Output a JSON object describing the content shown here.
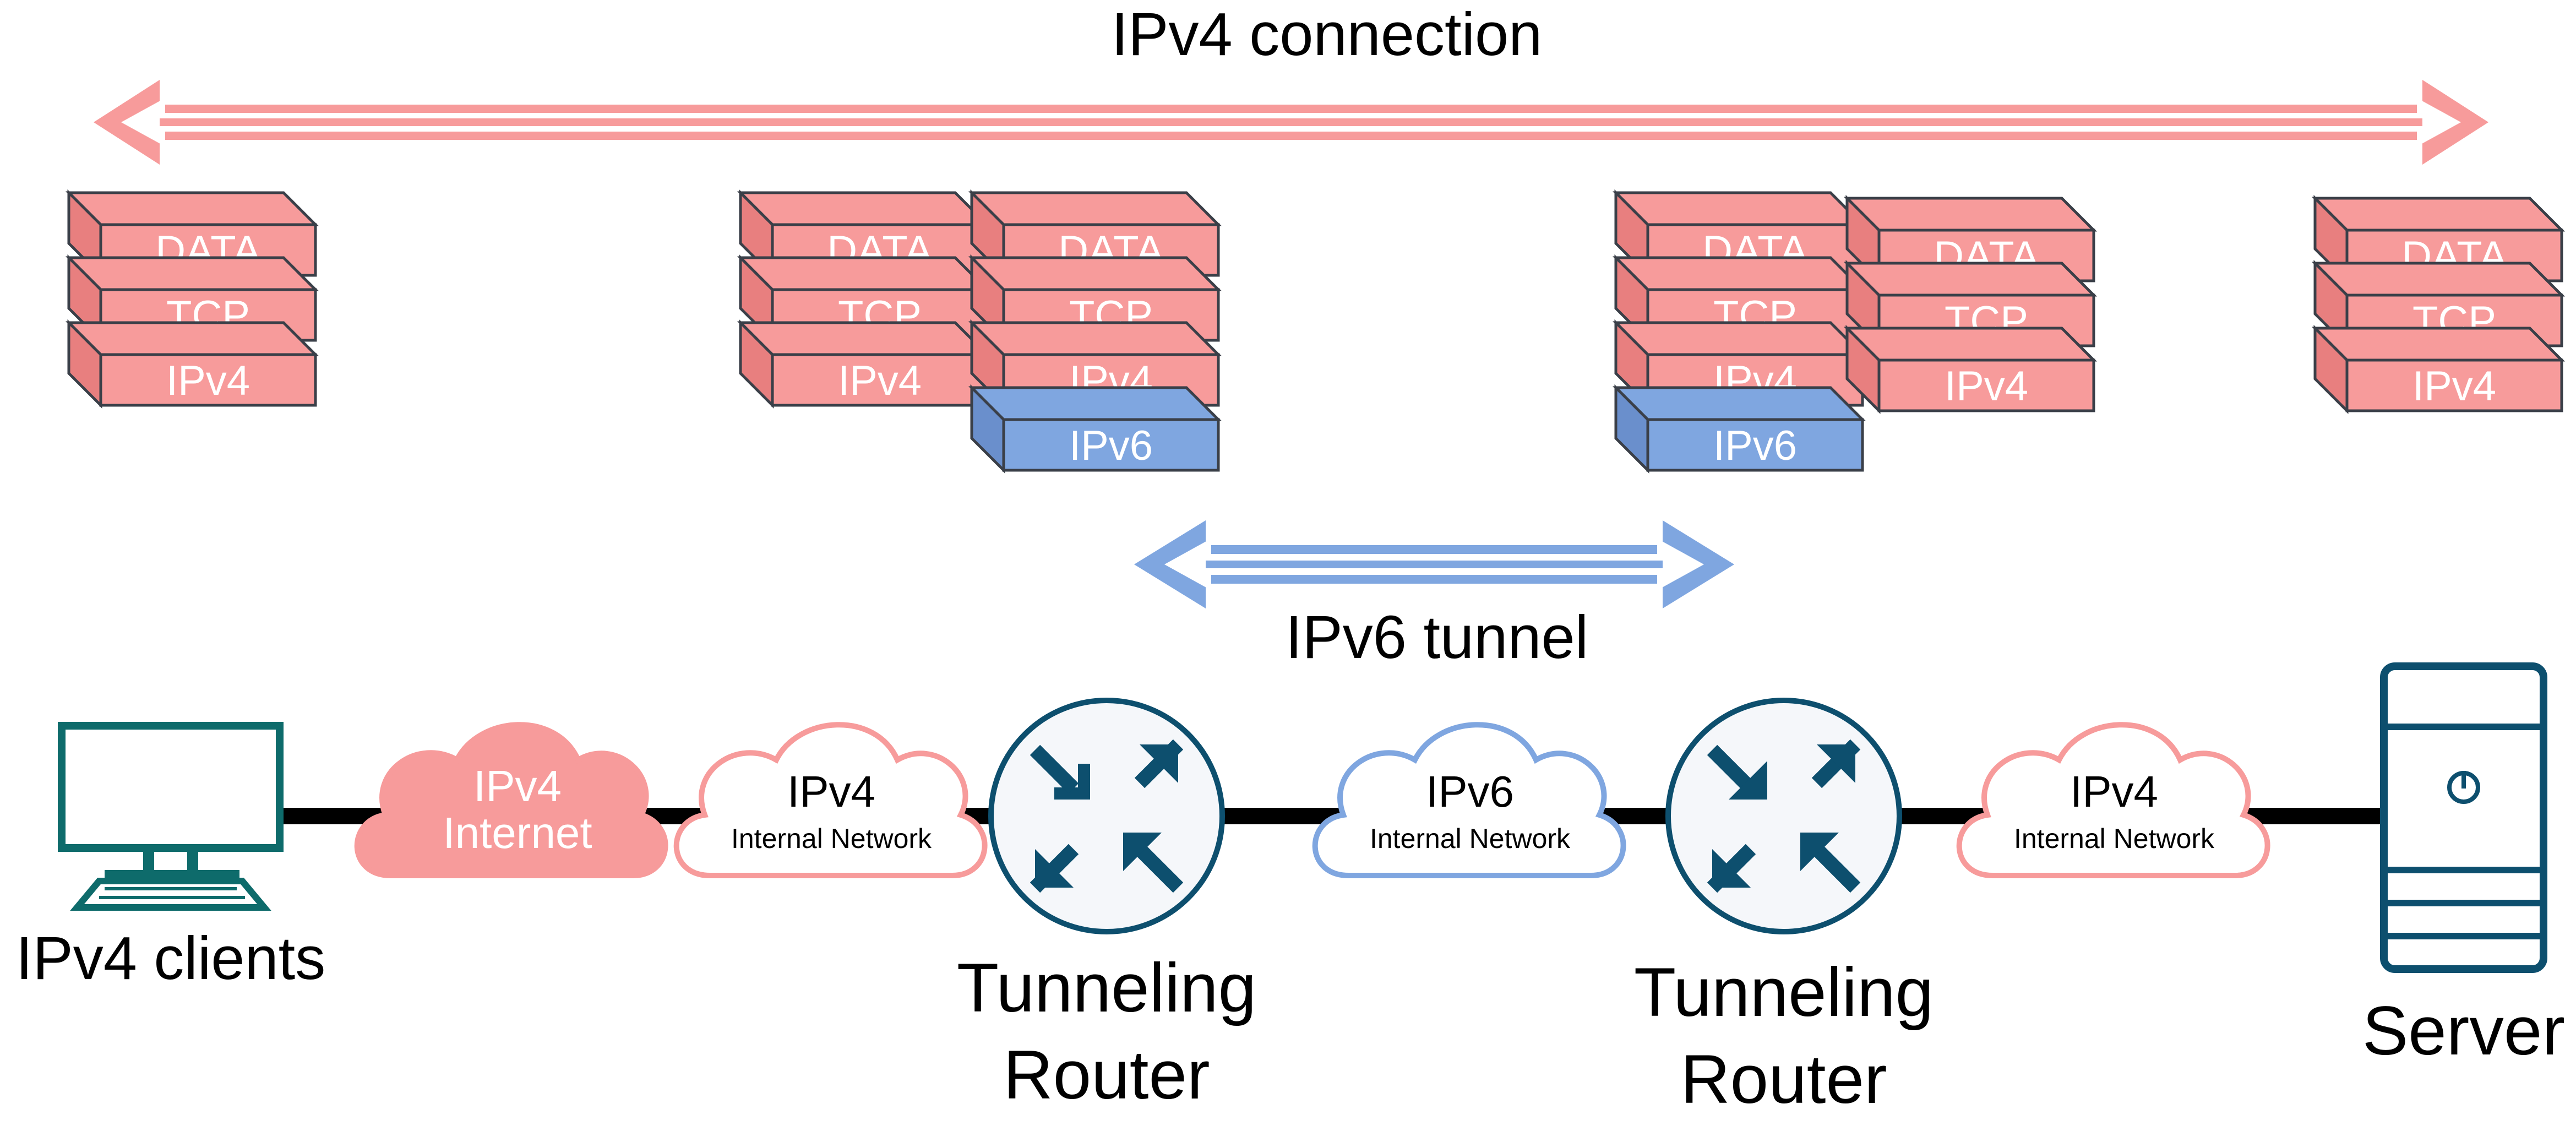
{
  "labels": {
    "ipv4_connection": "IPv4 connection",
    "ipv6_tunnel": "IPv6 tunnel",
    "clients": "IPv4 clients",
    "router1_line1": "Tunneling",
    "router1_line2": "Router",
    "router2_line1": "Tunneling",
    "router2_line2": "Router",
    "server": "Server"
  },
  "clouds": {
    "internet": {
      "title": "IPv4",
      "subtitle": "Internet"
    },
    "net1": {
      "title": "IPv4",
      "subtitle": "Internal Network"
    },
    "net2": {
      "title": "IPv6",
      "subtitle": "Internal Network"
    },
    "net3": {
      "title": "IPv4",
      "subtitle": "Internal Network"
    }
  },
  "stacks": [
    [
      "DATA",
      "TCP",
      "IPv4"
    ],
    [
      "DATA",
      "TCP",
      "IPv4"
    ],
    [
      "DATA",
      "TCP",
      "IPv4",
      "IPv6"
    ],
    [
      "DATA",
      "TCP",
      "IPv4",
      "IPv6"
    ],
    [
      "DATA",
      "TCP",
      "IPv4"
    ],
    [
      "DATA",
      "TCP",
      "IPv4"
    ]
  ],
  "colors": {
    "ipv4_fill": "#f79b9b",
    "ipv4_side": "#e87f7f",
    "ipv6_fill": "#7fa6e0",
    "ipv6_side": "#6a8fcc",
    "outline": "#3a3f48",
    "router_blue": "#0d4f6e",
    "device_teal": "#0e6b6b",
    "link_black": "#000000"
  },
  "icons": {
    "router": "router-arrows-icon",
    "client": "computer-monitor-icon",
    "server": "server-tower-icon"
  }
}
